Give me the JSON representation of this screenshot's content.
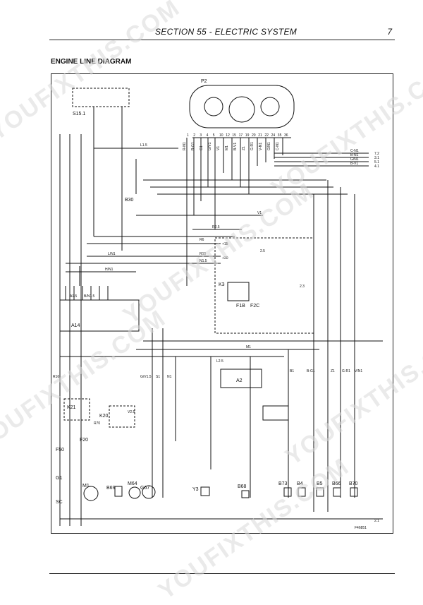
{
  "header": {
    "section": "SECTION 55 - ELECTRIC SYSTEM",
    "page": "7"
  },
  "title": "ENGINE LINE DIAGRAM",
  "figure_code": "F46851",
  "watermarks": [
    "YOUFIXTHIS.COM",
    "YOUFIXTHIS.COM",
    "YOUFIXTHIS.COM",
    "YOUFIXTHIS.COM",
    "YOUFIXTHIS.COM",
    "YOUFIXTHIS.COM"
  ],
  "components": {
    "p2": "P2",
    "s15": "S15.1",
    "a14": "A14",
    "a2": "A2",
    "k3": "K3",
    "k21": "K21",
    "k20": "K20",
    "f1b": "F1B",
    "f2c": "F2C",
    "f20": "F20",
    "f50": "F50",
    "g1": "G1",
    "sc": "SC",
    "m1": "M1",
    "b69": "B69",
    "m64": "M64",
    "g67": "G67",
    "y3": "Y3",
    "b68": "B68",
    "b73": "B73",
    "b4": "B4",
    "b5": "B5",
    "b66": "B66",
    "b70": "B70",
    "b30": "B30"
  },
  "wires": {
    "l15": "L1.5",
    "r6": "R6",
    "r25": "R2.5",
    "r10": "R10",
    "n15": "N1.5",
    "ln1": "L/N1",
    "hn1": "H/N1",
    "v1": "V1",
    "a15": "A1.5",
    "bn15": "B/N1.5",
    "cn1": "C-N1",
    "bn1": "B-N1",
    "gn1": "G/N1",
    "bv1": "B-V1",
    "n1": "N1",
    "s1": "S1",
    "r70": "R70",
    "v25": "V2.5",
    "gv15": "G/V1.5",
    "l25": "L2.5",
    "z1": "Z1",
    "bg1": "B-G1",
    "gr1": "G-R1",
    "vn1": "V/N1",
    "b1": "B1",
    "r16": "R16",
    "m1w": "M1"
  },
  "terminals": {
    "t72": "7.2",
    "t31": "3.1",
    "t51": "5.1",
    "t41": "4.1",
    "t21": "2.1",
    "t23": "2.3",
    "t15": "+15",
    "t30": "+30",
    "t25": "2.5"
  },
  "p2_pins": [
    "1",
    "2",
    "3",
    "4",
    "5",
    "10",
    "12",
    "15",
    "17",
    "19",
    "20",
    "21",
    "22",
    "24",
    "35",
    "36"
  ],
  "p2_wires": [
    "R-N1",
    "B-G1",
    "G1",
    "G/V1",
    "V1",
    "M1",
    "B-V1",
    "Z1",
    "G-R1",
    "V-N1",
    "G/N1",
    "C-N1"
  ]
}
